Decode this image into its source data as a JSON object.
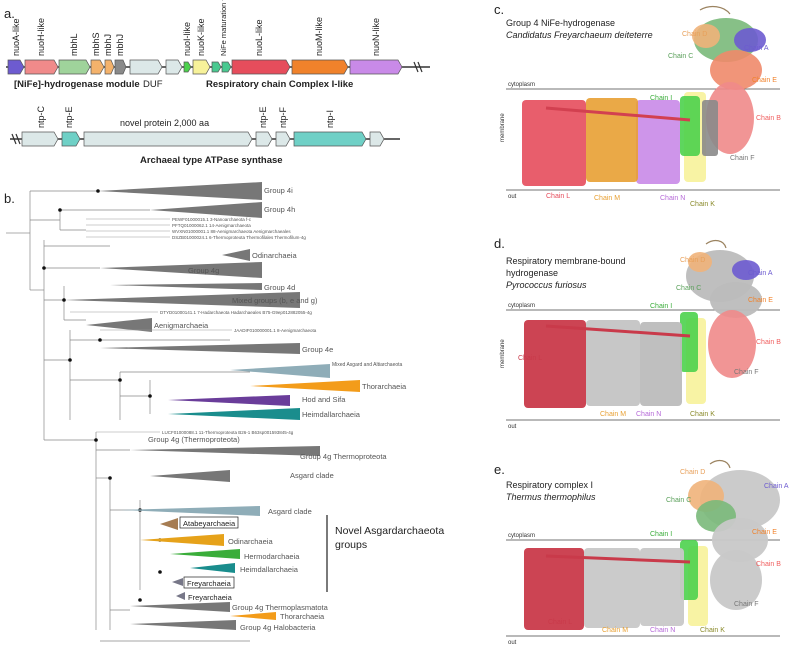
{
  "panels": {
    "a": "a.",
    "b": "b.",
    "c": "c.",
    "d": "d.",
    "e": "e."
  },
  "operon_top": {
    "genes": [
      "nuoA-like",
      "nuoH-like",
      "mbhL",
      "mbhS",
      "mbhJ",
      "mbhJ",
      "nuoI-like",
      "nuoK-like",
      "NiFe maturation factors",
      "nuoL-like",
      "nuoM-like",
      "nuoN-like"
    ],
    "group_labels": {
      "hydrogenase": "[NiFe]-hydrogenase module",
      "duf": "DUF",
      "respiratory": "Respiratory chain Complex I-like"
    },
    "colors": {
      "nuoA": "#6d5bd0",
      "nuoH": "#f08a8a",
      "mbhL": "#9fd39b",
      "mbhS": "#f4b26b",
      "mbhJ": "#8a8a8a",
      "duf": "#dce8e8",
      "nuoI": "#4cd14c",
      "nuoK": "#f7f29a",
      "matur": "#49c990",
      "nuoL": "#e64d5c",
      "nuoM": "#f0822b",
      "nuoN": "#c98ae8"
    }
  },
  "operon_bottom": {
    "genes": [
      "ntp-C",
      "ntp-E",
      "novel protein 2,000 aa",
      "ntp-E",
      "ntp-F",
      "ntp-I"
    ],
    "title": "Archaeal type ATPase synthase",
    "colors": {
      "plain": "#dce8e8",
      "teal": "#6fd0c6"
    }
  },
  "tree": {
    "labels": [
      "Group 4i",
      "Group 4h",
      "PEWF01000015.1 3-Nanoarchaeota f-c",
      "PFTQ01000062.1 14-Aenigmarchaeota",
      "WVXN01000001.1 88-Aenigmarchaeota Aenigmarchaeales",
      "DSZB01000024.1 6-Thermoproteota Thermofilales Thermofilum-4g",
      "Odinarchaeia",
      "Group 4g",
      "Group 4d",
      "Mixed groups (b, e and g)",
      "DTYD01000141.1 7-Hadarchaeota Hadarchaeales B75-G9ep012882055-4g",
      "Aenigmarchaeia",
      "JAADIF010000001.1 8-Aenigmarchaeota",
      "Group 4e",
      "Mixed Asgard and Altiarchaeota",
      "Thorarchaeia",
      "Hod and Sifa",
      "Heimdallarchaeia",
      "LUCF01000088.1 11-Thermoproteota B26-1 B63sp001593845-4g",
      "Group 4g (Thermoproteota)",
      "Group 4g Thermoproteota",
      "Asgard clade",
      "Asgard clade",
      "Atabeyarchaeia",
      "Odinarchaeia",
      "Hermodarchaeia",
      "Heimdallarchaeia",
      "Freyarchaeia",
      "Freyarchaeia",
      "Group 4g Thermoplasmatota",
      "Thorarchaeia",
      "Group 4g Halobacteria"
    ],
    "novel_groups_label": [
      "Novel Asgardarchaeota",
      "groups"
    ]
  },
  "structures": {
    "c": {
      "title": "Group 4 NiFe-hydrogenase",
      "subtitle": "Candidatus Freyarchaeum deiteterre",
      "chains": [
        "Chain D",
        "Chain A",
        "Chain C",
        "Chain E",
        "Chain I",
        "Chain B",
        "Chain F",
        "Chain L",
        "Chain M",
        "Chain N",
        "Chain K"
      ]
    },
    "d": {
      "title": "Respiratory membrane-bound",
      "title2": "hydrogenase",
      "subtitle": "Pyrococcus furiosus",
      "chains": [
        "Chain D",
        "Chain A",
        "Chain C",
        "Chain E",
        "Chain I",
        "Chain B",
        "Chain F",
        "Chain L",
        "Chain M",
        "Chain N",
        "Chain K"
      ]
    },
    "e": {
      "title": "Respiratory complex I",
      "subtitle": "Thermus thermophilus",
      "chains": [
        "Chain D",
        "Chain A",
        "Chain C",
        "Chain E",
        "Chain I",
        "Chain B",
        "Chain F",
        "Chain L",
        "Chain M",
        "Chain N",
        "Chain K"
      ]
    },
    "compartments": {
      "cytoplasm": "cytoplasm",
      "membrane": "membrane",
      "out": "out"
    }
  }
}
